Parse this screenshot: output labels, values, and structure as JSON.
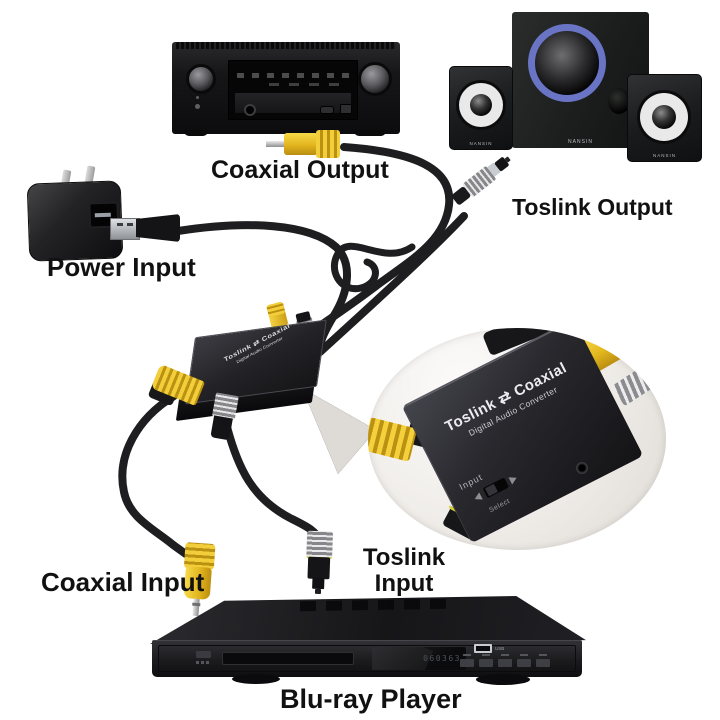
{
  "labels": {
    "coaxial_output": "Coaxial Output",
    "toslink_output": "Toslink Output",
    "power_input": "Power Input",
    "coaxial_input": "Coaxial Input",
    "toslink_input_line1": "Toslink",
    "toslink_input_line2": "Input",
    "bluray_player": "Blu-ray Player"
  },
  "converter": {
    "name_line1": "Toslink ⇄ Coaxial",
    "name_line2": "Digital Audio Converter",
    "input_label": "Input",
    "select_label": "Select"
  },
  "speakers": {
    "brand": "NANSIN"
  },
  "bluray": {
    "display_text": "060363",
    "usb_label": "USB"
  },
  "colors": {
    "background": "#ffffff",
    "accent_yellow": "#e9c427",
    "cable_black": "#1e1e20",
    "subwoofer_ring": "#6a74c4",
    "label_text": "#111111"
  }
}
